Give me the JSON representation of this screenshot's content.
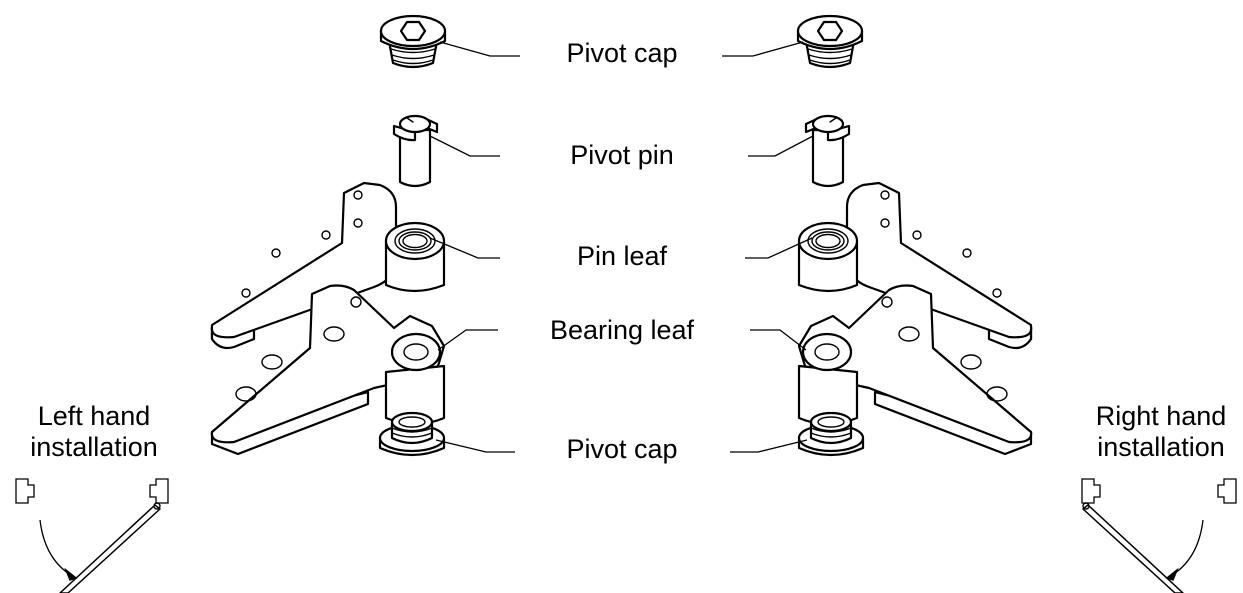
{
  "diagram": {
    "labels": {
      "pivot_cap_top": "Pivot cap",
      "pivot_pin": "Pivot pin",
      "pin_leaf": "Pin leaf",
      "bearing_leaf": "Bearing leaf",
      "pivot_cap_bottom": "Pivot cap"
    },
    "left_installation": {
      "line1": "Left hand",
      "line2": "installation"
    },
    "right_installation": {
      "line1": "Right hand",
      "line2": "installation"
    },
    "colors": {
      "stroke": "#000000",
      "background": "#ffffff"
    }
  }
}
